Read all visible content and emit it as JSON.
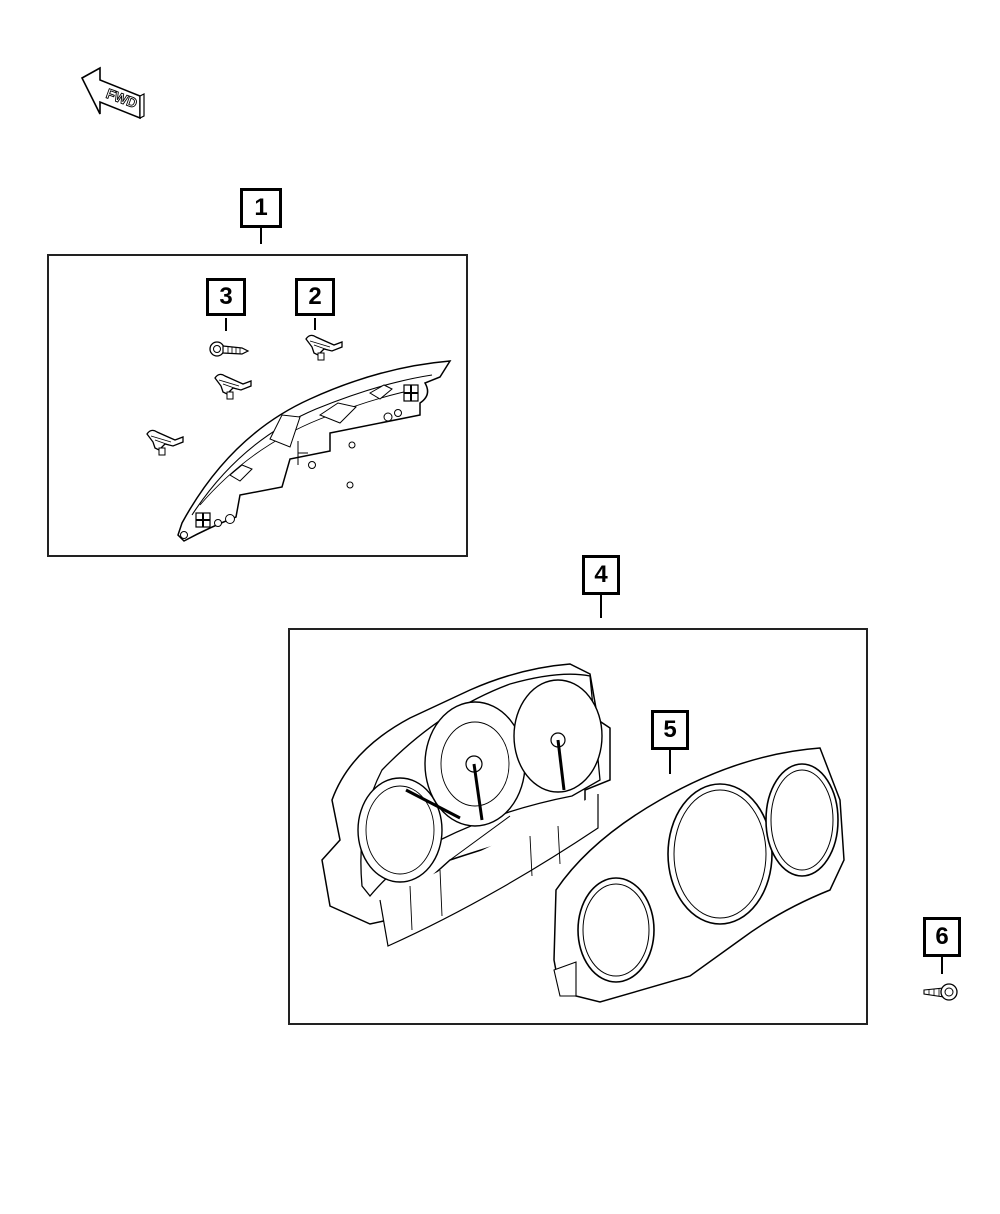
{
  "diagram": {
    "type": "exploded-parts-diagram",
    "orientation_indicator": {
      "label": "FWD",
      "icon": "forward-arrow-icon"
    },
    "callouts": [
      {
        "id": "1",
        "label": "1",
        "description": "Bracket assembly group (items 2, 3)"
      },
      {
        "id": "2",
        "label": "2",
        "description": "Clip"
      },
      {
        "id": "3",
        "label": "3",
        "description": "Screw"
      },
      {
        "id": "4",
        "label": "4",
        "description": "Instrument cluster assembly group"
      },
      {
        "id": "5",
        "label": "5",
        "description": "Cluster bezel / lens"
      },
      {
        "id": "6",
        "label": "6",
        "description": "Screw"
      }
    ]
  },
  "colors": {
    "line": "#000000",
    "background": "#ffffff"
  }
}
